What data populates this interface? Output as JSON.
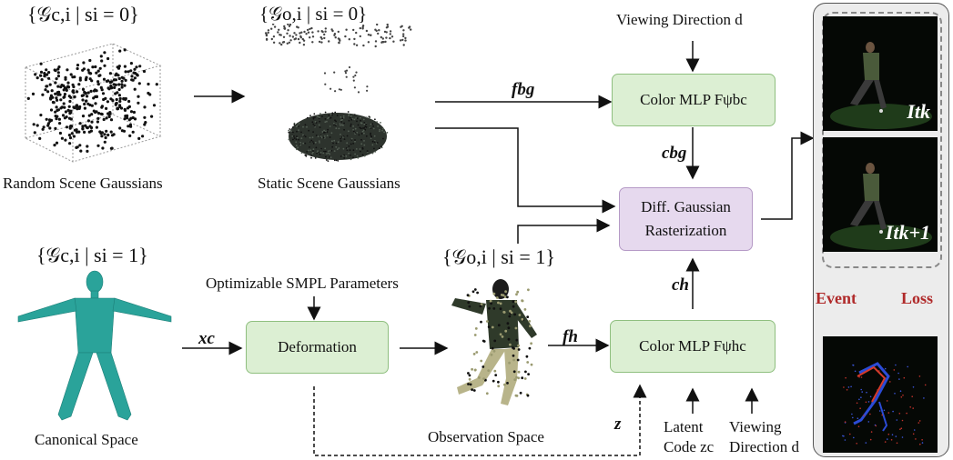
{
  "labels": {
    "set_random": "{𝒢c,i | si = 0}",
    "set_static": "{𝒢o,i | si = 0}",
    "set_canonical": "{𝒢c,i | si = 1}",
    "set_observed": "{𝒢o,i | si = 1}",
    "random_scene": "Random Scene Gaussians",
    "static_scene": "Static Scene Gaussians",
    "canonical_space": "Canonical Space",
    "observation_space": "Observation Space",
    "viewing_direction_top": "Viewing Direction d",
    "smpl_params": "Optimizable SMPL Parameters",
    "latent_code_1": "Latent",
    "latent_code_2": "Code zc",
    "viewing_bottom_1": "Viewing",
    "viewing_bottom_2": "Direction d"
  },
  "boxes": {
    "color_mlp_bg": "Color MLP Fψbc",
    "color_mlp_h": "Color MLP Fψhc",
    "deformation": "Deformation",
    "rasterization_1": "Diff. Gaussian",
    "rasterization_2": "Rasterization"
  },
  "symbols": {
    "f_bg": "fbg",
    "c_bg": "cbg",
    "c_h": "ch",
    "f_h": "fh",
    "x_c": "xc",
    "z": "z",
    "I_tk": "Itk",
    "I_tk1": "Itk+1"
  },
  "loss": {
    "event": "Event",
    "loss": "Loss"
  },
  "colors": {
    "green_box": "#dcefd3",
    "purple_box": "#e6d9ee",
    "event_red": "#b02a2a"
  }
}
